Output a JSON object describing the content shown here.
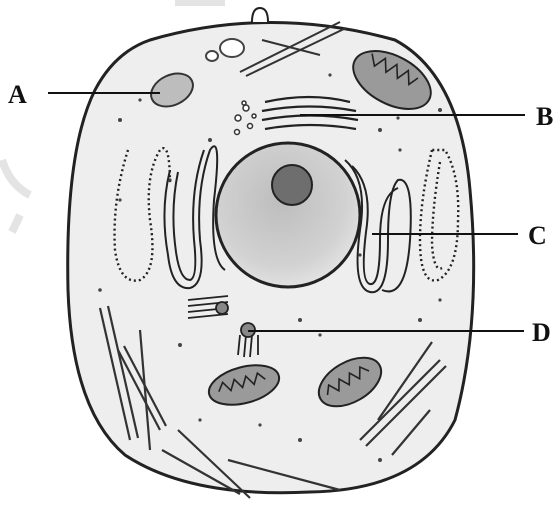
{
  "labels": {
    "a": "A",
    "b": "B",
    "c": "C",
    "d": "D"
  },
  "colors": {
    "cytoplasm": "#eeeeee",
    "outline": "#222222",
    "nucleus": "#c9c9c9",
    "nucleolus": "#6e6e6e",
    "vesicle": "#bdbdbd",
    "mitochondria_fill": "#9a9a9a"
  }
}
